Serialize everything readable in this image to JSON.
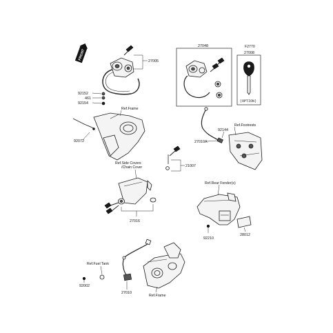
{
  "labels": {
    "front_logo": "FRONT",
    "p27005": "27005",
    "p92152": "92152",
    "p461": "461",
    "p92154": "92154",
    "p92072": "92072",
    "ref_frame_top": "Ref.Frame",
    "p27048": "27048",
    "f2770": "F2770",
    "p27008": "27008",
    "option": "(OPTION)",
    "p92144": "92144",
    "ref_footrests": "Ref.Footrests",
    "p27010a": "27010A",
    "ref_side_covers_line1": "Ref.Side Covers",
    "ref_side_covers_line2": "/Chain Cover",
    "p21007": "21007",
    "p27016": "27016",
    "ref_rear_fender": "Ref.Rear Fender(s)",
    "p92210": "92210",
    "p28012": "28012",
    "ref_fuel_tank": "Ref.Fuel Tank",
    "p92002": "92002",
    "p27010": "27010",
    "ref_frame_bottom": "Ref.Frame"
  }
}
